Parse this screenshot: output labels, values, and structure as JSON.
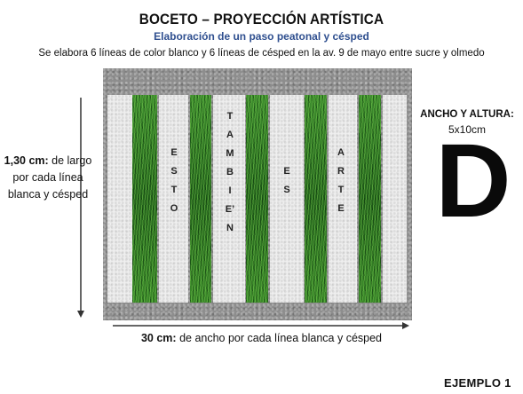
{
  "header": {
    "title": "BOCETO – PROYECCIÓN ARTÍSTICA",
    "subtitle": "Elaboración de un paso peatonal y césped",
    "description": "Se elabora 6 líneas de color blanco y 6 líneas de césped en la av. 9 de mayo entre sucre y olmedo"
  },
  "height_note": {
    "value": "1,30 cm:",
    "text": "de largo por cada línea blanca y césped"
  },
  "width_note": {
    "value": "30 cm:",
    "text": "de ancho por cada línea blanca y césped"
  },
  "crosswalk": {
    "words": [
      [
        "E",
        "S",
        "T",
        "O"
      ],
      [
        "T",
        "A",
        "M",
        "B",
        "I",
        "E’",
        "N"
      ],
      [
        "E",
        "S"
      ],
      [
        "A",
        "R",
        "T",
        "E"
      ]
    ]
  },
  "size_info": {
    "title": "ANCHO Y ALTURA:",
    "value": "5x10cm",
    "letter": "D"
  },
  "footer": {
    "example": "EJEMPLO 1"
  },
  "colors": {
    "subtitle": "#2f4f8f",
    "grass": "#2f7a25",
    "white_stripe": "#efefef",
    "asphalt": "#8d8d8d"
  }
}
